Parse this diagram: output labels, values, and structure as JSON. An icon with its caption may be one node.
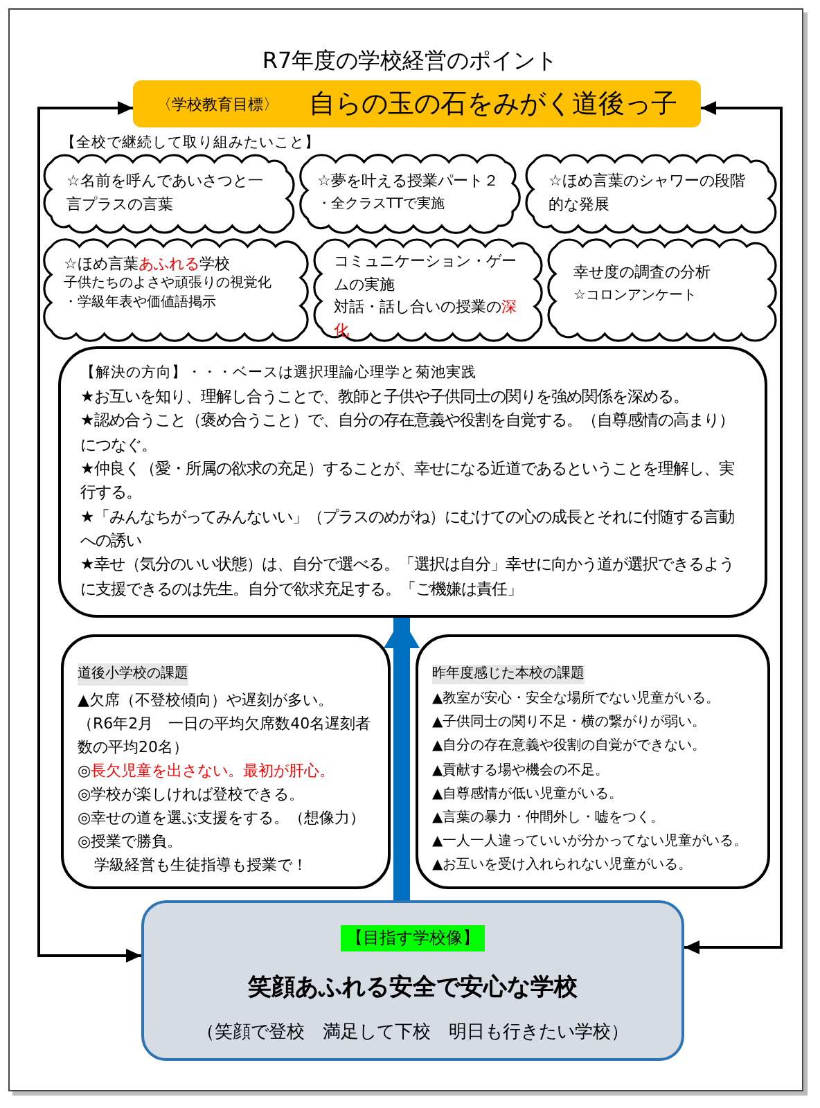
{
  "diagram": {
    "title": "R7年度の学校経営のポイント",
    "nodes": [
      {
        "text": [
          "〈学校教育目標〉",
          "自らの玉の石をみがく道後っ子"
        ]
      },
      {
        "text": [
          "☆名前を呼んであいさつと一言プラスの言葉"
        ]
      },
      {
        "text": [
          "☆夢を叶える授業パート２",
          "・全クラスTTで実施"
        ]
      },
      {
        "text": [
          "☆ほめ言葉のシャワーの段階的な発展"
        ]
      },
      {
        "text": [
          "☆ほめ言葉**あふれる**学校",
          "子供たちのよさや頑張りの視覚化",
          "・学級年表や価値語掲示"
        ]
      },
      {
        "text": [
          "コミュニケーション・ゲームの実施",
          "対話・話し合いの授業の**深化**"
        ]
      },
      {
        "text": [
          "幸せ度の調査の分析",
          "☆コロンアンケート"
        ]
      },
      {
        "text": [
          "【解決の方向】・・・ベースは選択理論心理学と菊池実践",
          "★お互いを知り、理解し合うことで、教師と子供や子供同士の関りを強め関係を深める。",
          "★認め合うこと（褒め合うこと）で、自分の存在意義や役割を自覚する。（自尊感情の高まり）につなぐ。",
          "★仲良く（愛・所属の欲求の充足）することが、幸せになる近道であるということを理解し、実行する。",
          "★「みんなちがってみんないい」（プラスのめがね）にむけての心の成長とそれに付随する言動への誘い",
          "★幸せ（気分のいい状態）は、自分で選べる。「選択は自分」幸せに向かう道が選択できるように支援できるのは先生。自分で欲求充足する。「ご機嫌は責任」"
        ]
      },
      {
        "text": [
          "道後小学校の課題",
          "▲欠席（不登校傾向）や遅刻が多い。",
          "（R6年2月　一日の平均欠席数40名遅刻者数の平均20名）",
          "◎**長欠児童を出さない。最初が肝心。**",
          "◎学校が楽しければ登校できる。",
          "◎幸せの道を選ぶ支援をする。（想像力）",
          "◎授業で勝負。",
          "学級経営も生徒指導も授業で！"
        ]
      },
      {
        "text": [
          "昨年度感じた本校の課題",
          "▲教室が安心・安全な場所でない児童がいる。",
          "▲子供同士の関り不足・横の繋がりが弱い。",
          "▲自分の存在意義や役割の自覚ができない。",
          "▲貢献する場や機会の不足。",
          "▲自尊感情が低い児童がいる。",
          "▲言葉の暴力・仲間外し・嘘をつく。",
          "▲一人一人違っていいが分かってない児童がいる。",
          "▲お互いを受け入れられない児童がいる。"
        ]
      },
      {
        "text": [
          "【目指す学校像】",
          "笑顔あふれる安全で安心な学校",
          "（笑顔で登校　満足して下校　明日も行きたい学校）"
        ]
      }
    ],
    "edges": [
      {
        "from": 0,
        "to": 10,
        "arrow": "both"
      },
      {
        "from": 0,
        "to": 10,
        "arrow": "both"
      },
      {
        "from": 10,
        "to": 7,
        "arrow": "to",
        "style": "thick",
        "color": "#0070c0"
      }
    ],
    "labels": [
      "【全校で継続して取り組みたいこと】"
    ]
  }
}
